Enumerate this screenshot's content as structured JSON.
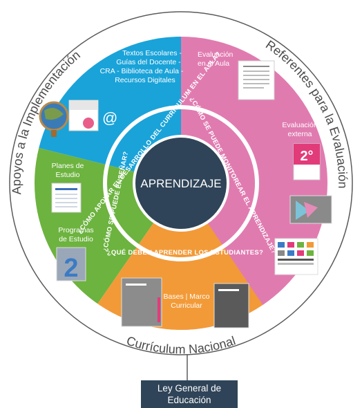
{
  "labels": {
    "center": "APRENDIZAJE",
    "left_arc": "Apoyos a la Implementación",
    "right_arc": "Referentes para la Evaluación",
    "bottom_arc": "Currículum Nacional",
    "ley_line1": "Ley General de",
    "ley_line2": "Educación"
  },
  "segments": {
    "blue": [
      "Textos Escolares -",
      "Guías del Docente -",
      "CRA - Biblioteca de Aula -",
      "Recursos Digitales"
    ],
    "green_top": [
      "Planes de",
      "Estudio"
    ],
    "green_bottom": [
      "Programas",
      "de Estudio"
    ],
    "pink_top": [
      "Evaluación",
      "en el Aula"
    ],
    "pink_mid": [
      "Evaluación",
      "externa"
    ],
    "orange": [
      "Bases | Marco",
      "Curricular"
    ]
  },
  "questions": {
    "blue": "¿CÓMO APOYAR EL DESARROLLO DEL CURRICULUM EN EL AULA?",
    "green": "¿CÓMO SE PUEDE ENSEÑAR?",
    "pink": "¿CÓMO SE PUEDE MONITOREAR EL APRENDIZAJE?",
    "orange": "¿QUÉ DEBEN APRENDER LOS ESTUDIANTES?"
  },
  "thumbs": {
    "number_two": "2",
    "number_two_superscript": "2°",
    "at_sign": "@"
  },
  "colors": {
    "blue": "#1aa3d9",
    "green": "#6db33f",
    "pink": "#e07bb0",
    "orange": "#f29a38",
    "ring": "#ffffff",
    "center": "#2f4458",
    "outer_border": "#5a5a5a"
  }
}
